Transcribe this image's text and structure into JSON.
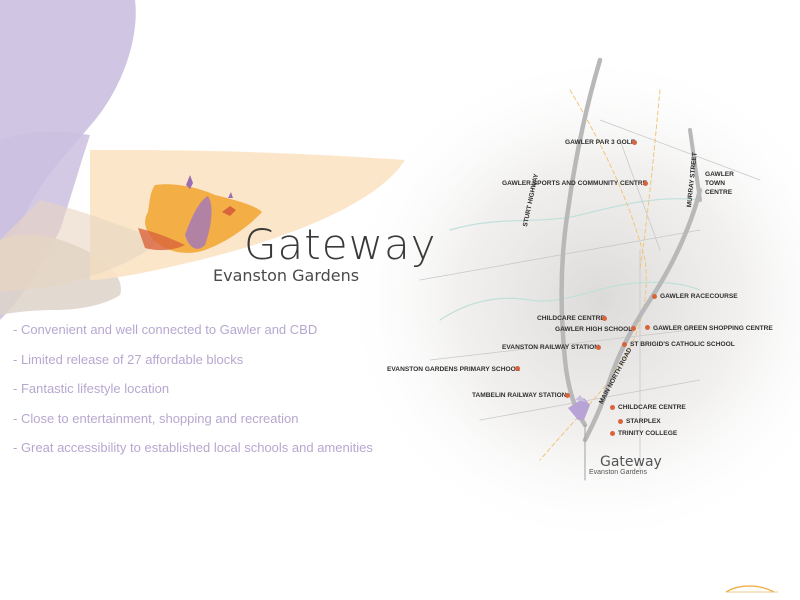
{
  "brand": {
    "title": "Gateway",
    "subtitle": "Evanston Gardens"
  },
  "features": [
    "- Convenient and well connected to Gawler and CBD",
    "- Limited release of 27 affordable blocks",
    "- Fantastic lifestyle location",
    "- Close to entertainment, shopping and recreation",
    "- Great accessibility to established local schools and amenities"
  ],
  "map": {
    "roads": {
      "sturt_highway": "STURT HIGHWAY",
      "murray_street": "MURRAY STREET",
      "main_north_road": "MAIN NORTH ROAD"
    },
    "town_centre": {
      "line1": "GAWLER",
      "line2": "TOWN",
      "line3": "CENTRE"
    },
    "places": {
      "gawler_par3_golf": "GAWLER PAR 3 GOLF",
      "gawler_sports": "GAWLER SPORTS AND COMMUNITY CENTRE",
      "gawler_racecourse": "GAWLER RACECOURSE",
      "childcare_centre_1": "CHILDCARE CENTRE",
      "gawler_high_school": "GAWLER HIGH SCHOOL",
      "gawler_green": "GAWLER GREEN SHOPPING CENTRE",
      "evanston_railway": "EVANSTON RAILWAY STATION",
      "st_brigids": "ST BRIGID'S CATHOLIC SCHOOL",
      "evanston_primary": "EVANSTON GARDENS PRIMARY SCHOOL",
      "tambelin_railway": "TAMBELIN RAILWAY STATION",
      "childcare_centre_2": "CHILDCARE CENTRE",
      "starplex": "STARPLEX",
      "trinity_college": "TRINITY COLLEGE"
    },
    "marker_brand": {
      "title": "Gateway",
      "subtitle": "Evanston Gardens"
    }
  },
  "colors": {
    "lavender": "#cbbfe0",
    "orange": "#f2a93b",
    "peach": "#fbe3c4",
    "poi_dot": "#d8643c",
    "road_grey": "#b8b8b8",
    "feature_text": "#b7a7cf"
  }
}
